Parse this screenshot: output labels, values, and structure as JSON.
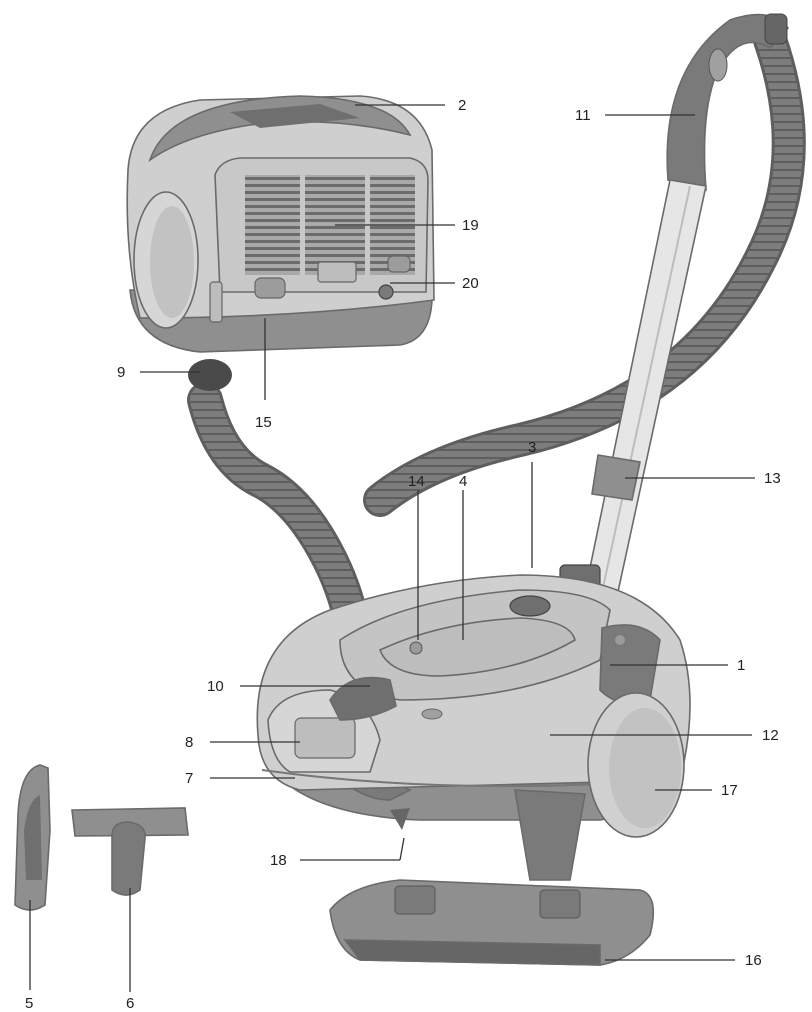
{
  "callouts": [
    {
      "id": "1",
      "label": "1"
    },
    {
      "id": "2",
      "label": "2"
    },
    {
      "id": "3",
      "label": "3"
    },
    {
      "id": "4",
      "label": "4"
    },
    {
      "id": "5",
      "label": "5"
    },
    {
      "id": "6",
      "label": "6"
    },
    {
      "id": "7",
      "label": "7"
    },
    {
      "id": "8",
      "label": "8"
    },
    {
      "id": "9",
      "label": "9"
    },
    {
      "id": "10",
      "label": "10"
    },
    {
      "id": "11",
      "label": "11"
    },
    {
      "id": "12",
      "label": "12"
    },
    {
      "id": "13",
      "label": "13"
    },
    {
      "id": "14",
      "label": "14"
    },
    {
      "id": "15",
      "label": "15"
    },
    {
      "id": "16",
      "label": "16"
    },
    {
      "id": "17",
      "label": "17"
    },
    {
      "id": "18",
      "label": "18"
    },
    {
      "id": "19",
      "label": "19"
    },
    {
      "id": "20",
      "label": "20"
    }
  ],
  "colors": {
    "body_light": "#cfcfcf",
    "body_mid": "#bdbdbd",
    "body_dark": "#8f8f8f",
    "hose": "#7a7a7a",
    "tube": "#e6e6e6",
    "accent_dark": "#6f6f6f"
  }
}
